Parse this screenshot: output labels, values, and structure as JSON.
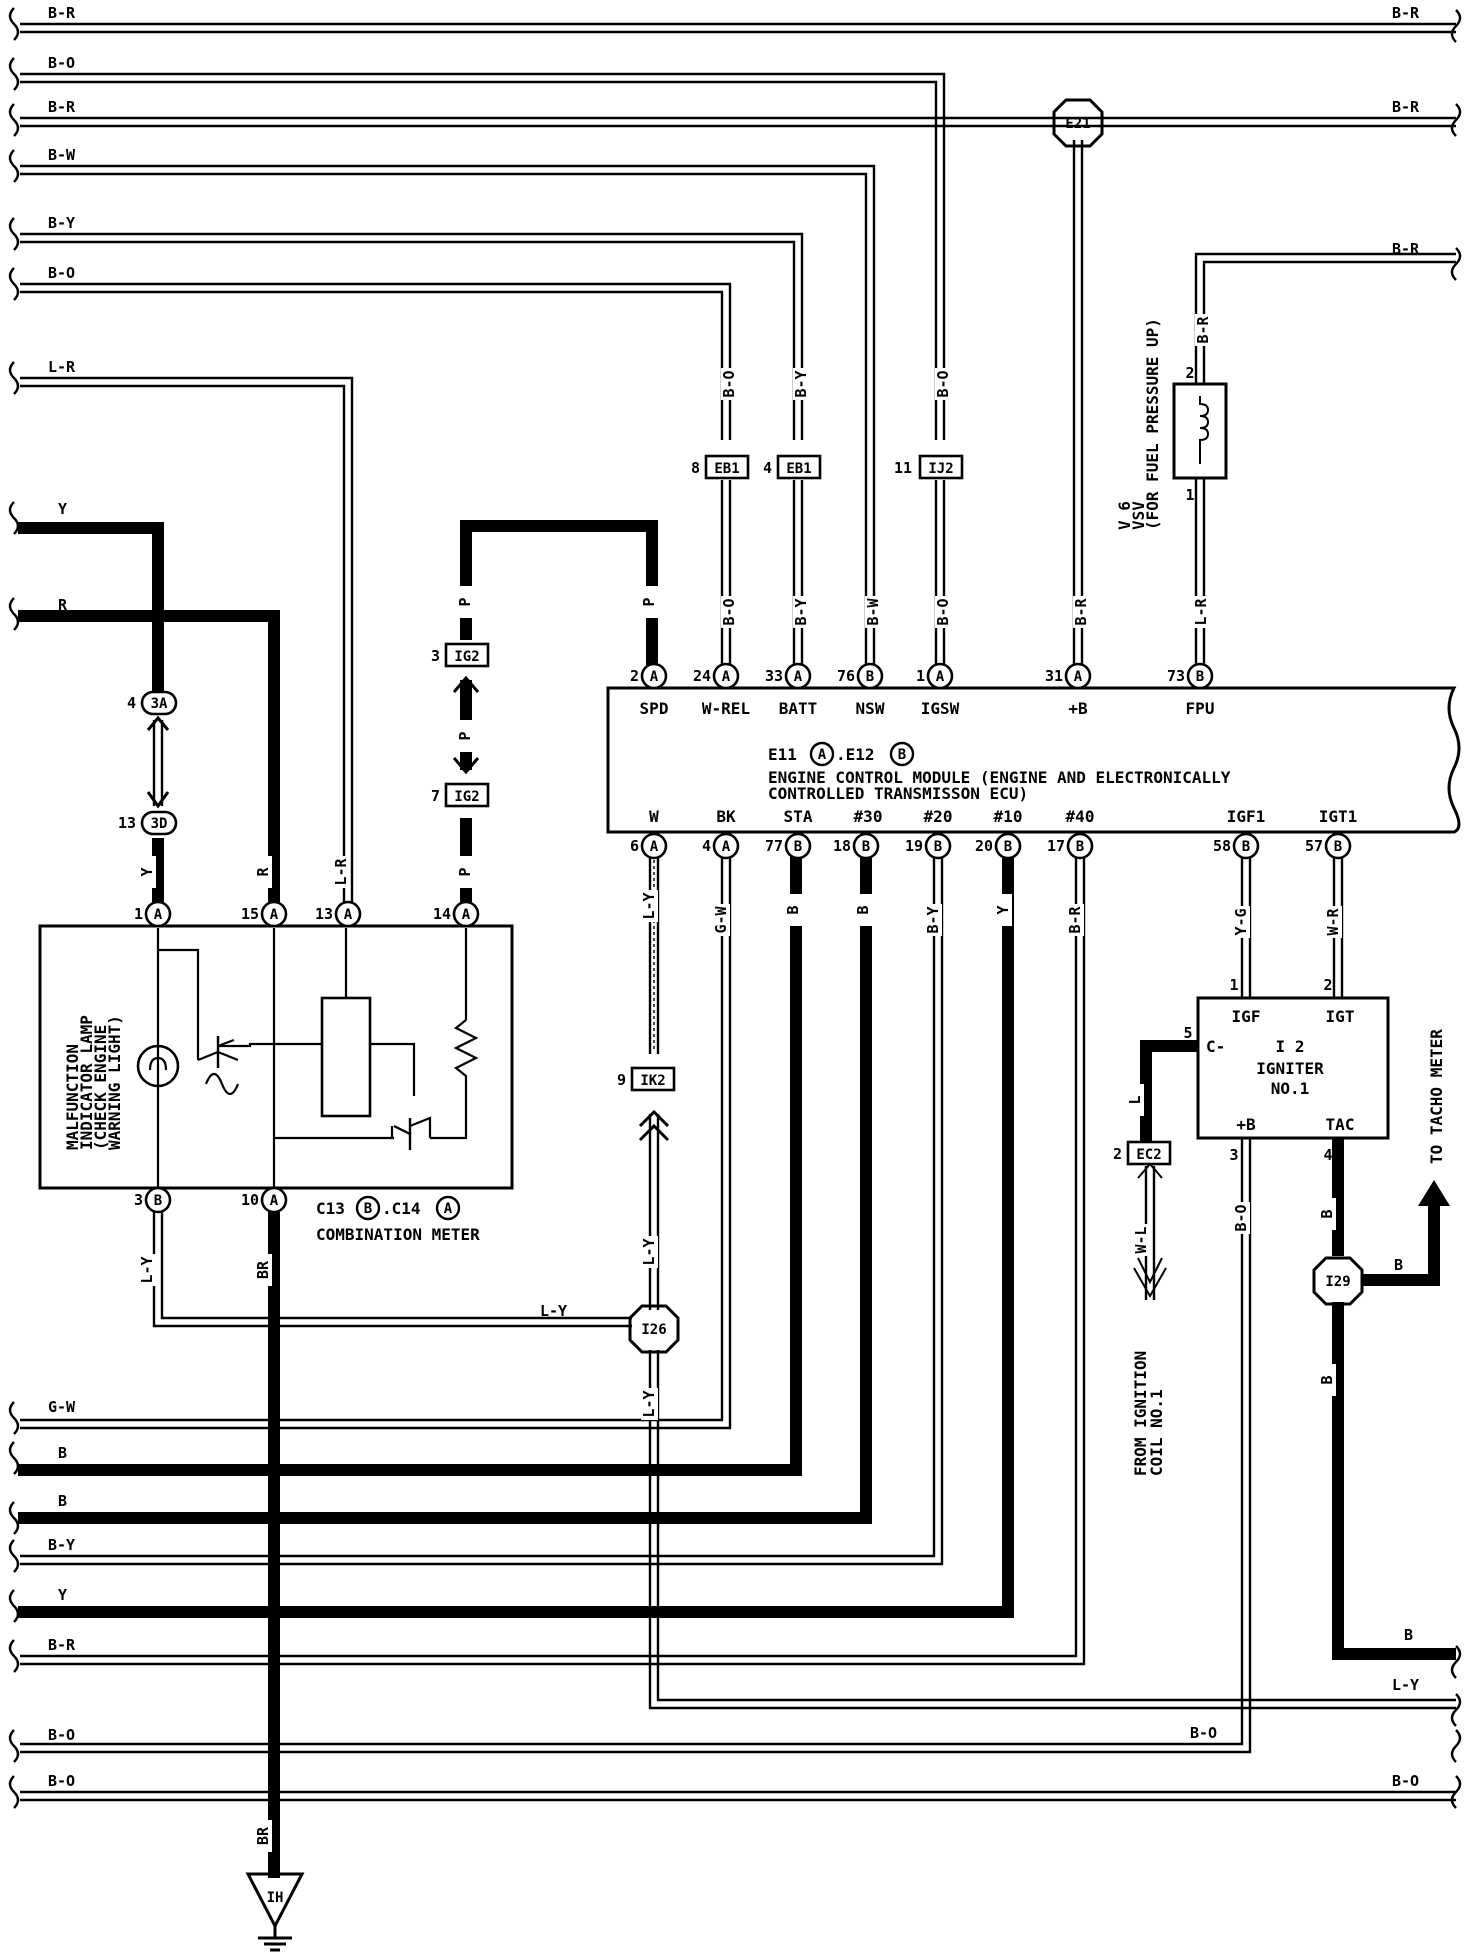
{
  "left_wires": [
    {
      "label": "B-R"
    },
    {
      "label": "B-O"
    },
    {
      "label": "B-R"
    },
    {
      "label": "B-W"
    },
    {
      "label": "B-Y"
    },
    {
      "label": "B-O"
    },
    {
      "label": "L-R"
    },
    {
      "label": "Y"
    },
    {
      "label": "R"
    },
    {
      "label": "G-W"
    },
    {
      "label": "B"
    },
    {
      "label": "B"
    },
    {
      "label": "B-Y"
    },
    {
      "label": "Y"
    },
    {
      "label": "B-R"
    },
    {
      "label": "B-O"
    },
    {
      "label": "B-O"
    }
  ],
  "right_wires": [
    {
      "label": "B-R"
    },
    {
      "label": "B-R"
    },
    {
      "label": "B-R"
    },
    {
      "label": "B"
    },
    {
      "label": "L-Y"
    },
    {
      "label": "B-O"
    },
    {
      "label": "B-O"
    }
  ],
  "wire_labels": {
    "w_bo_a": "B-O",
    "w_by_a": "B-Y",
    "w_bo_b": "B-O",
    "w_bo_c": "B-O",
    "w_by_b": "B-Y",
    "w_bw": "B-W",
    "w_bo_d": "B-O",
    "w_br_b": "B-R",
    "w_br_c": "B-R",
    "w_lr_c": "L-R",
    "w_p1": "P",
    "w_p2": "P",
    "w_p3": "P",
    "w_p4": "P",
    "w_y_mil": "Y",
    "w_r_mil": "R",
    "w_lr_mil": "L-R",
    "w_y_bot": "Y",
    "w_ly1": "L-Y",
    "w_gw": "G-W",
    "w_b1": "B",
    "w_b2": "B",
    "w_by_c": "B-Y",
    "w_y2": "Y",
    "w_br_d": "B-R",
    "w_yg": "Y-G",
    "w_wr": "W-R",
    "w_l": "L",
    "w_wl": "W-L",
    "w_bo_e": "B-O",
    "w_b3": "B",
    "w_b4": "B",
    "w_ly_bot": "L-Y",
    "w_br_bot": "BR",
    "w_ly_meter": "L-Y",
    "w_ly_i26": "L-Y",
    "w_ly_i26b": "L-Y",
    "w_br_gnd": "BR",
    "w_b_tacho": "B"
  },
  "connectors": {
    "e21": "E21",
    "i26": "I26",
    "i29": "I29",
    "ground": "IH",
    "eb1a": "EB1",
    "eb1b": "EB1",
    "ij2": "IJ2",
    "ig2a": "IG2",
    "ig2b": "IG2",
    "ik2": "IK2",
    "ec2": "EC2",
    "c3a": "3A",
    "c3d": "3D"
  },
  "pin_numbers": {
    "eb1a": "8",
    "eb1b": "4",
    "ij2": "11",
    "ig2a": "3",
    "ig2b": "7",
    "ik2": "9",
    "ec2": "2",
    "c3a": "4",
    "c3d": "13",
    "spd": "2",
    "wrel": "24",
    "batt": "33",
    "nsw": "76",
    "igsw": "1",
    "pb": "31",
    "fpu": "73",
    "w": "6",
    "bk": "4",
    "sta": "77",
    "n30": "18",
    "n20": "19",
    "n10": "20",
    "n40": "17",
    "igf1": "58",
    "igt1": "57",
    "m1": "1",
    "m15": "15",
    "m13": "13",
    "m14": "14",
    "m3": "3",
    "m10": "10",
    "v2": "2",
    "v1": "1",
    "ig_igf": "1",
    "ig_igt": "2",
    "ig_c": "5",
    "ig_b": "3",
    "ig_tac": "4"
  },
  "pin_letters": {
    "A": "A",
    "B": "B"
  },
  "ecm": {
    "top_pins": [
      "SPD",
      "W-REL",
      "BATT",
      "NSW",
      "IGSW",
      "+B",
      "FPU"
    ],
    "bottom_pins": [
      "W",
      "BK",
      "STA",
      "#30",
      "#20",
      "#10",
      "#40",
      "IGF1",
      "IGT1"
    ],
    "id_prefix": "E11",
    "id_mid": ".E12",
    "title_line1": "ENGINE CONTROL MODULE (ENGINE AND ELECTRONICALLY",
    "title_line2": "CONTROLLED TRANSMISSON ECU)"
  },
  "combination_meter": {
    "id_prefix": "C13",
    "id_mid": ".C14",
    "name": "COMBINATION METER",
    "lamp_lines": [
      "MALFUNCTION",
      "INDICATOR LAMP",
      "(CHECK ENGINE",
      "WARNING LIGHT)"
    ]
  },
  "igniter": {
    "pins": {
      "igf": "IGF",
      "igt": "IGT",
      "c": "C-",
      "b": "+B",
      "tac": "TAC"
    },
    "lines": [
      "I 2",
      "IGNITER",
      "NO.1"
    ]
  },
  "vsv": {
    "lines": [
      "V 6",
      "VSV",
      "(FOR FUEL PRESSURE UP)"
    ]
  },
  "notes": {
    "tacho": "TO TACHO METER",
    "coil_line1": "FROM IGNITION",
    "coil_line2": "COIL NO.1"
  }
}
